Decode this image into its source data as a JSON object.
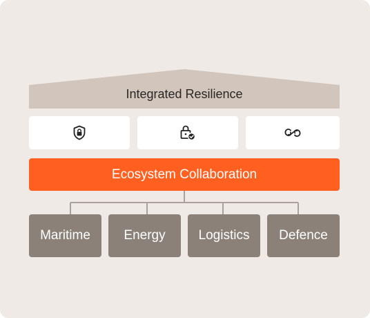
{
  "header": {
    "title": "Integrated Resilience"
  },
  "icons": [
    {
      "icon": "shield-lock-icon"
    },
    {
      "icon": "lock-check-icon"
    },
    {
      "icon": "sync-cycle-icon"
    }
  ],
  "collaboration": {
    "label": "Ecosystem Collaboration"
  },
  "sectors": [
    {
      "label": "Maritime"
    },
    {
      "label": "Energy"
    },
    {
      "label": "Logistics"
    },
    {
      "label": "Defence"
    }
  ],
  "colors": {
    "background": "#efeae6",
    "roof": "#d1c5bc",
    "accent": "#ff5f1f",
    "sector": "#8c8178",
    "connector": "#a9a19b"
  }
}
